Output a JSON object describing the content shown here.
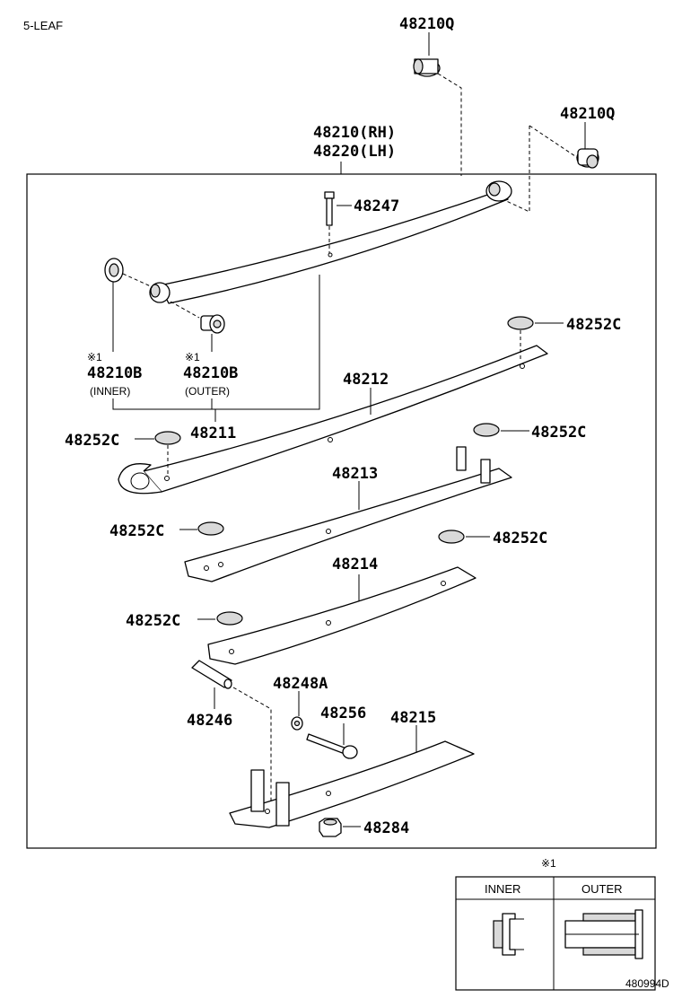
{
  "header": {
    "variant": "5-LEAF"
  },
  "callouts": {
    "bushing_top": "48210Q",
    "bushing_right": "48210Q",
    "spring_rh": "48210(RH)",
    "spring_lh": "48220(LH)",
    "bolt": "48247",
    "mark_inner": "※1",
    "bushing_inner": "48210B",
    "inner_note": "(INNER)",
    "mark_outer": "※1",
    "bushing_outer": "48210B",
    "outer_note": "(OUTER)",
    "leaf_main": "48211",
    "leaf_2": "48212",
    "leaf_3": "48213",
    "leaf_4": "48214",
    "leaf_5": "48215",
    "insert_1": "48252C",
    "insert_2": "48252C",
    "insert_3": "48252C",
    "insert_4": "48252C",
    "insert_5": "48252C",
    "insert_6": "48252C",
    "pin": "48246",
    "spacer": "48248A",
    "clip_bolt": "48256",
    "nut": "48284"
  },
  "legend": {
    "mark": "※1",
    "col_inner": "INNER",
    "col_outer": "OUTER"
  },
  "footer": {
    "diagram_id": "480994D"
  }
}
